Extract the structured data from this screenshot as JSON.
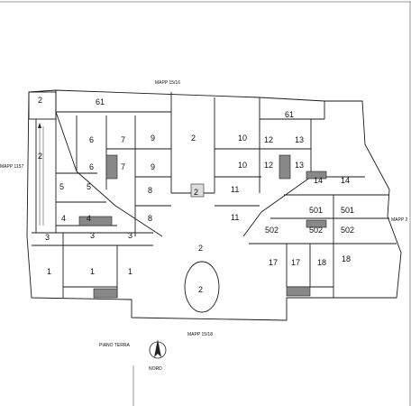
{
  "plan": {
    "top_neighbor": "MAPP 15/16",
    "bottom_neighbor": "MAPP 15/18",
    "left_neighbor": "MAPP 1157",
    "right_neighbor": "MAPP 2",
    "floor_caption": "PIANO TERRA",
    "north_label": "NORD",
    "units": {
      "u2_topleft": "2",
      "u61_left": "61",
      "u2_left_strip": "2",
      "u6_a": "6",
      "u7_a": "7",
      "u9_a": "9",
      "u6_b": "6",
      "u7_b": "7",
      "u9_b": "9",
      "u5_a": "5",
      "u5_b": "5",
      "u8_a": "8",
      "u8_b": "8",
      "u4_a": "4",
      "u4_b": "4",
      "u3_a": "3",
      "u3_b": "3",
      "u3_c": "3",
      "u1_a": "1",
      "u1_b": "1",
      "u1_c": "1",
      "u2_center_top": "2",
      "u2_center_stair": "2",
      "u2_center": "2",
      "u2_oval": "2",
      "u10_a": "10",
      "u12_a": "12",
      "u13_a": "13",
      "u10_b": "10",
      "u12_b": "12",
      "u13_b": "13",
      "u61_right": "61",
      "u11_a": "11",
      "u11_b": "11",
      "u14_a": "14",
      "u14_b": "14",
      "u501_a": "501",
      "u501_b": "501",
      "u502_a": "502",
      "u502_b": "502",
      "u502_c": "502",
      "u17_a": "17",
      "u17_b": "17",
      "u18_a": "18",
      "u18_b": "18"
    }
  }
}
